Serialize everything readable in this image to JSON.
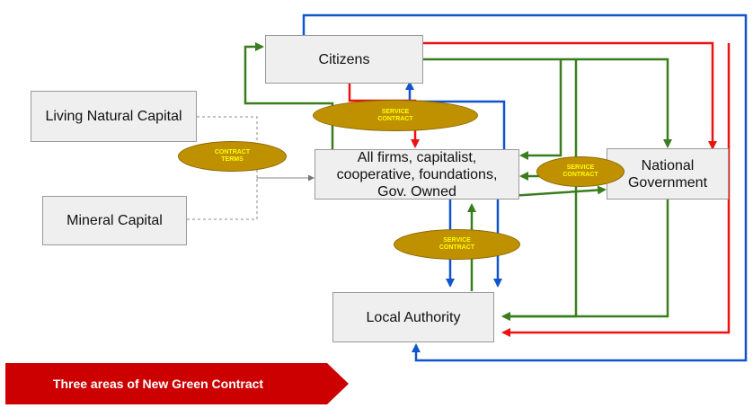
{
  "boxes": {
    "citizens": "Citizens",
    "living_natural_capital": "Living Natural Capital",
    "mineral_capital": "Mineral Capital",
    "all_firms": [
      "All firms, capitalist,",
      "cooperative, foundations,",
      "Gov. Owned"
    ],
    "national_government": [
      "National",
      "Government"
    ],
    "local_authority": "Local Authority"
  },
  "ovals": {
    "contract_terms": "CONTRACT\nTERMS",
    "service_contract_top": "SERVICE\nCONTRACT",
    "service_contract_right": "SERVICE\nCONTRACT",
    "service_contract_bottom": "SERVICE\nCONTRACT"
  },
  "banner": {
    "label": "Three areas of New Green Contract"
  },
  "colors": {
    "blue": "#1155cc",
    "red": "#ee1111",
    "green": "#3a7d1f",
    "gray": "#888888",
    "oval_fill": "#bf9000",
    "oval_text": "#ffff00",
    "banner": "#cc0000"
  }
}
